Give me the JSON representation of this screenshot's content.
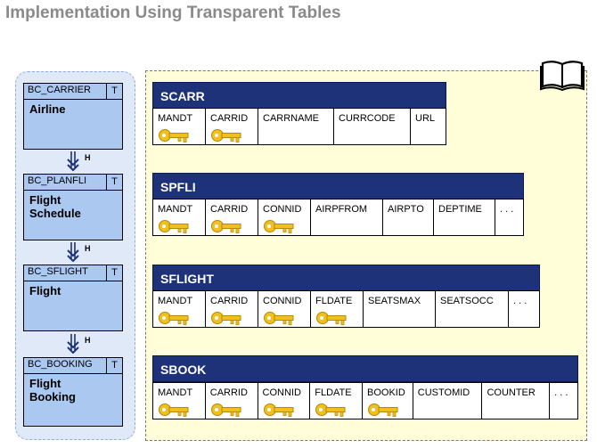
{
  "title": "Implementation Using Transparent Tables",
  "business_components": [
    {
      "name": "BC_CARRIER",
      "flag": "T",
      "label": "Airline"
    },
    {
      "name": "BC_PLANFLI",
      "flag": "T",
      "label": "Flight Schedule"
    },
    {
      "name": "BC_SFLIGHT",
      "flag": "T",
      "label": "Flight"
    },
    {
      "name": "BC_BOOKING",
      "flag": "T",
      "label": "Flight Booking"
    }
  ],
  "relation_label": "H",
  "tables": [
    {
      "name": "SCARR",
      "fields": [
        "MANDT",
        "CARRID",
        "CARRNAME",
        "CURRCODE",
        "URL"
      ],
      "key_fields": 2
    },
    {
      "name": "SPFLI",
      "fields": [
        "MANDT",
        "CARRID",
        "CONNID",
        "AIRPFROM",
        "AIRPTO",
        "DEPTIME",
        ". . ."
      ],
      "key_fields": 3
    },
    {
      "name": "SFLIGHT",
      "fields": [
        "MANDT",
        "CARRID",
        "CONNID",
        "FLDATE",
        "SEATSMAX",
        "SEATSOCC",
        ". . ."
      ],
      "key_fields": 4
    },
    {
      "name": "SBOOK",
      "fields": [
        "MANDT",
        "CARRID",
        "CONNID",
        "FLDATE",
        "BOOKID",
        "CUSTOMID",
        "COUNTER",
        ". . ."
      ],
      "key_fields": 5
    }
  ],
  "colors": {
    "table_header": "#1d3278",
    "component_fill": "#aac8f0",
    "key": "#f0c020"
  }
}
